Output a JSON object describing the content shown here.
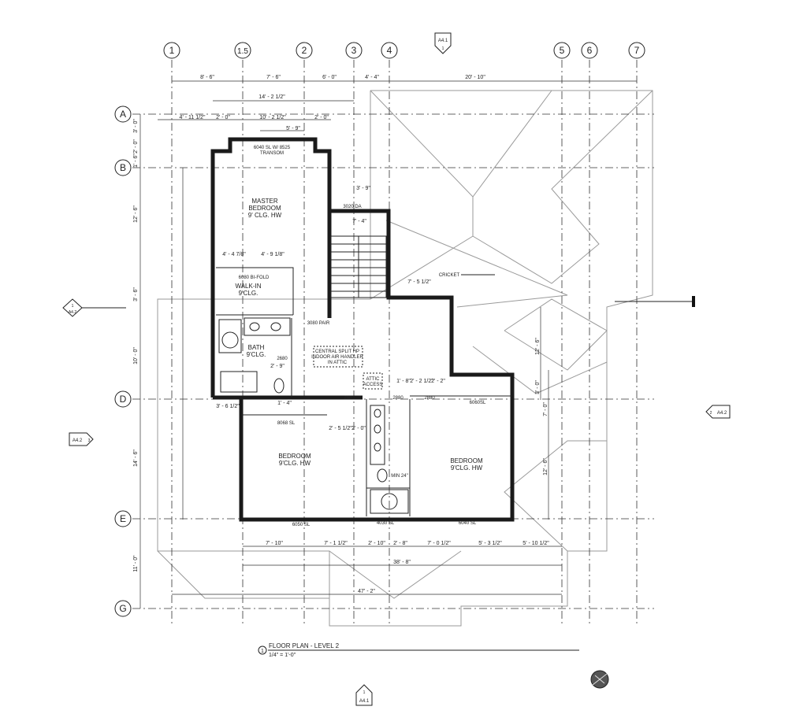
{
  "grid_columns": [
    "1",
    "1.5",
    "2",
    "3",
    "4",
    "5",
    "6",
    "7"
  ],
  "grid_rows": [
    "A",
    "B",
    "D",
    "E",
    "G"
  ],
  "rooms": {
    "master": [
      "MASTER",
      "BEDROOM",
      "9' CLG. HW"
    ],
    "walkin": [
      "WALK-IN",
      "9'CLG."
    ],
    "bath": [
      "BATH",
      "9'CLG."
    ],
    "bed_left": [
      "BEDROOM",
      "9'CLG. HW"
    ],
    "bed_right": [
      "BEDROOM",
      "9'CLG. HW"
    ]
  },
  "notes": {
    "transom": [
      "6040 SL W/ 8525",
      "TRANSOM"
    ],
    "bifold": "6080 BI-FOLD",
    "pair": "3080 PAIR",
    "hvac": [
      "CENTRAL SPLIT HP",
      "INDOOR AIR HANDLER",
      "IN ATTIC"
    ],
    "attic": [
      "ATTIC",
      "ACCESS"
    ],
    "cricket": "CRICKET",
    "min": "MIN 24\"",
    "win_8068": "8068 SL",
    "win_6060": "6060SL",
    "win_6050": "6050 SL",
    "win_4030": "4030 SL",
    "win_6040": "6040 SL",
    "win_3020": "3020 DA",
    "door_2680": "2680",
    "door_2880a": "2880",
    "door_2880b": "2880",
    "door_2880c": "2880"
  },
  "dims_top": [
    "8' - 6\"",
    "7' - 6\"",
    "6' - 0\"",
    "4' - 4\"",
    "20' - 10\""
  ],
  "dims_top2": [
    "14' - 2 1/2\"",
    "4' - 11 1/2\"",
    "2' - 0\"",
    "10' - 2 1/2\"",
    "2' - 0\"",
    "5' - 9\""
  ],
  "dims_bottom": [
    "7' - 10\"",
    "7' - 1 1/2\"",
    "2' - 10\"",
    "2' - 8\"",
    "7' - 0 1/2\"",
    "5' - 3 1/2\"",
    "5' - 10 1/2\""
  ],
  "dims_bottom_total1": "38' - 8\"",
  "dims_bottom_total2": "47' - 2\"",
  "dims_left": [
    "3' - 0\"",
    "2' - 0\"",
    "1' - 6\"",
    "12' - 6\"",
    "3' - 6\"",
    "10' - 0\"",
    "14' - 6\"",
    "11' - 0\""
  ],
  "dims_right": [
    "12' - 6\"",
    "3' - 0\"",
    "7' - 0\"",
    "12' - 6\""
  ],
  "dims_misc": [
    "3' - 9\"",
    "7' - 4\"",
    "7' - 5 1/2\"",
    "4' - 4 7/8\"",
    "4' - 9 1/8\"",
    "2' - 9\"",
    "3' - 6 1/2\"",
    "1' - 4\"",
    "2' - 5 1/2\"",
    "2' - 0\"",
    "1' - 8\"",
    "2' - 2 1/2\"",
    "2' - 2\""
  ],
  "section_marks": {
    "top": [
      "A4.1",
      "1"
    ],
    "left": [
      "1",
      "A4.2"
    ],
    "left_elev": [
      "A4.2",
      "3"
    ],
    "right_elev": [
      "2",
      "A4.2"
    ],
    "bottom": [
      "1",
      "A4.1"
    ]
  },
  "title_block": {
    "number": "1",
    "title": "FLOOR PLAN - LEVEL 2",
    "scale": "1/4\" = 1'-0\""
  }
}
